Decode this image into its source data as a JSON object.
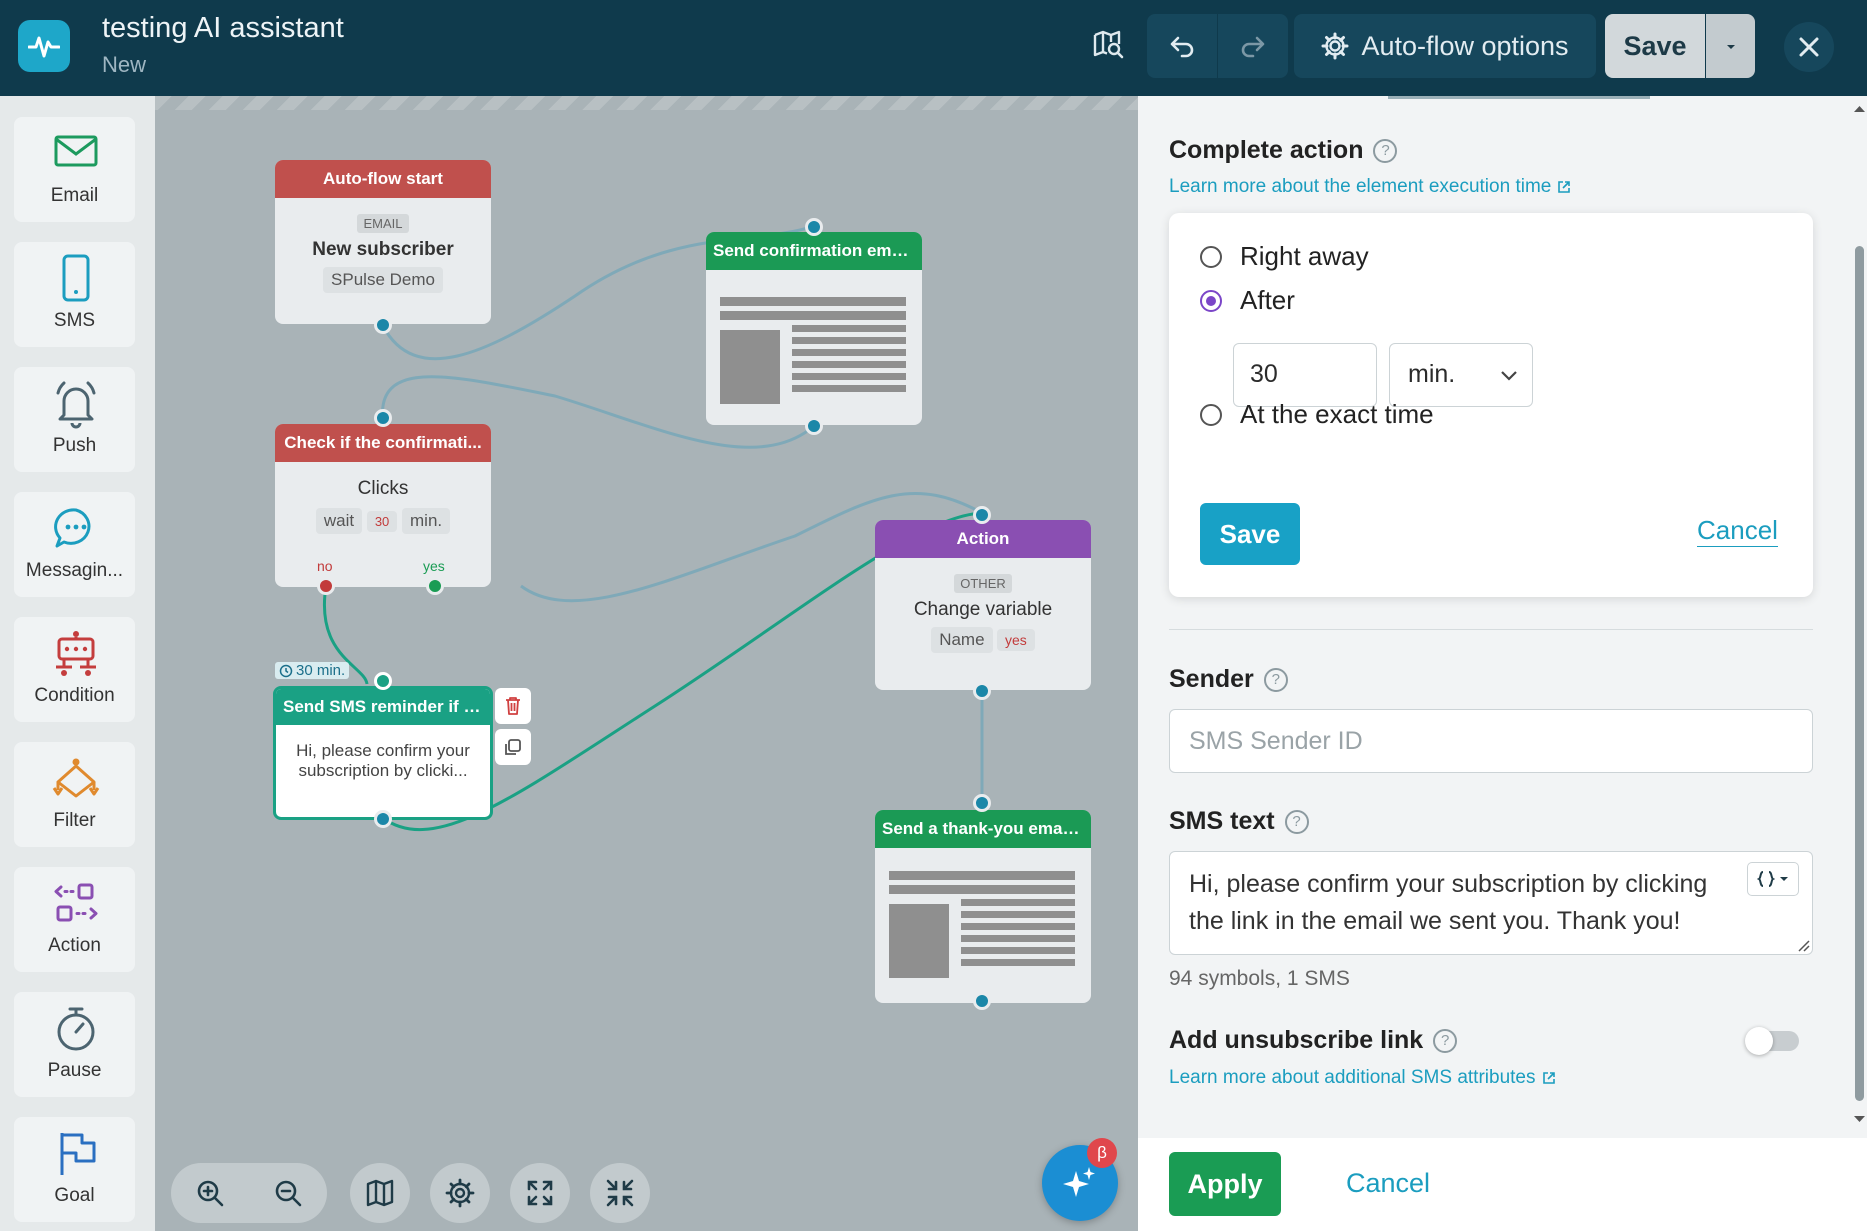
{
  "header": {
    "title": "testing AI assistant",
    "subtitle": "New",
    "autoflow_options": "Auto-flow options",
    "save": "Save"
  },
  "toolbox": [
    {
      "label": "Email",
      "icon": "envelope-icon"
    },
    {
      "label": "SMS",
      "icon": "phone-icon"
    },
    {
      "label": "Push",
      "icon": "bell-icon"
    },
    {
      "label": "Messagin...",
      "icon": "chat-icon"
    },
    {
      "label": "Condition",
      "icon": "condition-icon"
    },
    {
      "label": "Filter",
      "icon": "filter-icon"
    },
    {
      "label": "Action",
      "icon": "action-icon"
    },
    {
      "label": "Pause",
      "icon": "stopwatch-icon"
    },
    {
      "label": "Goal",
      "icon": "flag-icon"
    }
  ],
  "nodes": {
    "start": {
      "header": "Auto-flow start",
      "tag": "EMAIL",
      "title": "New subscriber",
      "chip": "SPulse Demo",
      "color": "#c0504d"
    },
    "confirm_email": {
      "header": "Send confirmation emai...",
      "color": "#1b9a55"
    },
    "check": {
      "header": "Check if the confirmati...",
      "title": "Clicks",
      "wait": "wait",
      "wait_value": "30",
      "wait_unit": "min.",
      "no": "no",
      "yes": "yes",
      "color": "#c0504d"
    },
    "sms": {
      "delay": "30 min.",
      "header": "Send SMS reminder if n...",
      "body": "Hi, please confirm your subscription by clicki...",
      "color": "#1aa184"
    },
    "action": {
      "header": "Action",
      "tag": "OTHER",
      "title": "Change variable",
      "chip": "Name",
      "chip_value": "yes",
      "color": "#8a4fb2"
    },
    "thanks_email": {
      "header": "Send a thank-you email...",
      "color": "#1b9a55"
    }
  },
  "panel": {
    "complete_action": {
      "title": "Complete action",
      "link": "Learn more about the element execution time",
      "options": [
        "Right away",
        "After",
        "At the exact time"
      ],
      "selected": "After",
      "value": "30",
      "unit": "min.",
      "save": "Save",
      "cancel": "Cancel"
    },
    "sender": {
      "label": "Sender",
      "placeholder": "SMS Sender ID"
    },
    "sms_text": {
      "label": "SMS text",
      "value": "Hi, please confirm your subscription by clicking the link in the email we sent you. Thank you!",
      "counter": "94 symbols, 1 SMS"
    },
    "unsubscribe": {
      "label": "Add unsubscribe link",
      "enabled": false,
      "link": "Learn more about additional SMS attributes"
    },
    "apply": "Apply",
    "cancel": "Cancel"
  },
  "colors": {
    "topbar": "#0f3a4c",
    "accent": "#18a1c6",
    "apply": "#1a9c54",
    "radio": "#7b46c8"
  },
  "ai_badge": "β"
}
